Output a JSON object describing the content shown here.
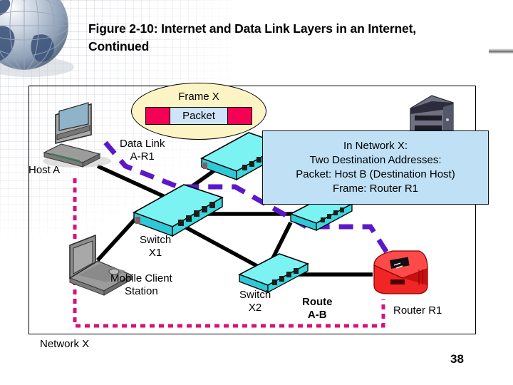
{
  "slide": {
    "title": "Figure 2-10: Internet and Data Link Layers in an Internet, Continued",
    "page_number": "38"
  },
  "decor": {
    "globe_icon": "globe-icon",
    "corner_bar": "corner-accent-bar"
  },
  "frame_oval": {
    "title": "Frame X",
    "packet_label": "Packet",
    "header_color": "#f40054",
    "packet_color": "#cfe5f7",
    "oval_color": "#fcf4c4"
  },
  "callout": {
    "background_color": "#bfe0f5",
    "lines": [
      "In Network X:",
      "Two Destination Addresses:",
      "Packet: Host B (Destination Host)",
      "Frame: Router R1"
    ]
  },
  "diagram": {
    "labels": {
      "host_a": "Host A",
      "data_link": "Data Link\nA-R1",
      "switch_x1": "Switch\nX1",
      "mobile_client": "Mobile Client\nStation",
      "switch_x2": "Switch\nX2",
      "route_ab": "Route\nA-B",
      "router_r1": "Router R1",
      "network_x": "Network X"
    },
    "colors": {
      "switch": "#4de6e6",
      "router": "#f02020",
      "link_line": "#000000",
      "data_link_path": "#5b18c8",
      "network_boundary": "#d6127e"
    },
    "devices": [
      {
        "name": "host-a-desktop",
        "type": "desktop-computer"
      },
      {
        "name": "mobile-client-laptop",
        "type": "laptop"
      },
      {
        "name": "server-host-b",
        "type": "server-tower"
      },
      {
        "name": "switch-top",
        "type": "switch"
      },
      {
        "name": "switch-x1",
        "type": "switch"
      },
      {
        "name": "switch-right",
        "type": "switch"
      },
      {
        "name": "switch-x2",
        "type": "switch"
      },
      {
        "name": "router-r1",
        "type": "router"
      }
    ]
  }
}
